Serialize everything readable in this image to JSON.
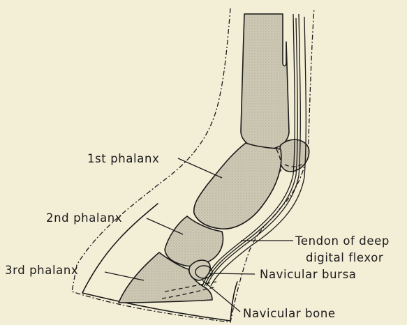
{
  "labels": {
    "phalanx1": "1st phalanx",
    "phalanx2": "2nd phalanx",
    "phalanx3": "3rd phalanx",
    "tendon_line1": "Tendon of deep",
    "tendon_line2": "digital flexor",
    "bursa": "Navicular bursa",
    "navicular_bone": "Navicular bone"
  },
  "colors": {
    "background": "#f3eed6",
    "bone_fill": "#cfcab5",
    "ink": "#1a1a1a"
  }
}
